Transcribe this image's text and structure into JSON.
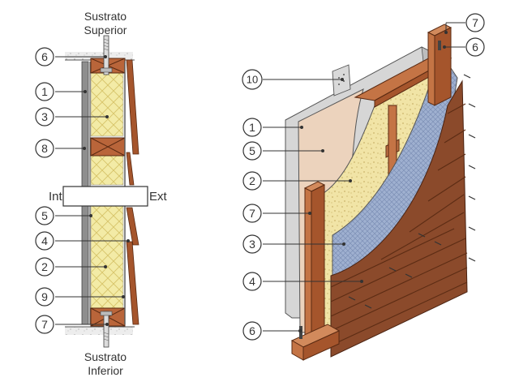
{
  "left_section": {
    "top_label_line1": "Sustrato",
    "top_label_line2": "Superior",
    "bottom_label_line1": "Sustrato",
    "bottom_label_line2": "Inferior",
    "interior_label": "Int",
    "exterior_label": "Ext",
    "callouts": [
      "6",
      "1",
      "3",
      "8",
      "5",
      "4",
      "2",
      "9",
      "7"
    ]
  },
  "right_section": {
    "callouts": [
      "7",
      "6",
      "10",
      "1",
      "5",
      "2",
      "7",
      "3",
      "4",
      "6"
    ]
  },
  "colors": {
    "wood": "#b9653a",
    "wood_dark": "#8a4320",
    "insulation": "#f3eba6",
    "membrane": "#9fb0d0",
    "gypsum": "#d9d9d9",
    "plaster": "#ecd3bd",
    "siding": "#8b4a2b"
  }
}
